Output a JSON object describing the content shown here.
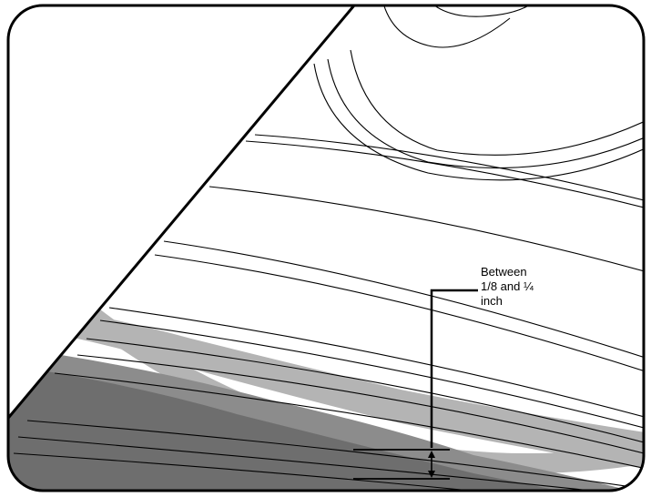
{
  "callout": {
    "line1": "Between",
    "line2": "1/8 and ¼",
    "line3": "inch"
  },
  "colors": {
    "frame_stroke": "#000000",
    "background": "#ffffff",
    "light_gray_band": "#b4b4b4",
    "mid_gray_band": "#8c8c8c",
    "dark_gray_band": "#6e6e6e"
  },
  "icons": {
    "measurement_arrow": "double-headed-vertical-arrow"
  }
}
